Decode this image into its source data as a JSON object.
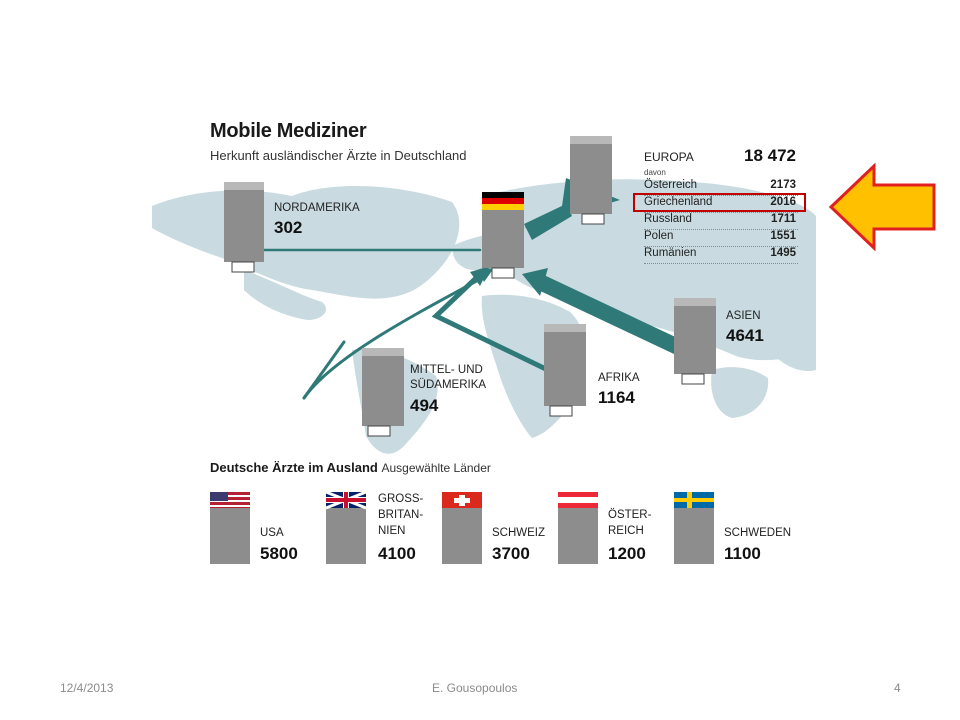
{
  "infographic": {
    "title": "Mobile Mediziner",
    "subtitle": "Herkunft ausländischer Ärzte in Deutschland",
    "regions": [
      {
        "name": "NORDAMERIKA",
        "value": "302"
      },
      {
        "name": "MITTEL- UND",
        "name2": "SÜDAMERIKA",
        "value": "494"
      },
      {
        "name": "AFRIKA",
        "value": "1164"
      },
      {
        "name": "ASIEN",
        "value": "4641"
      }
    ],
    "europa": {
      "label": "EUROPA",
      "total": "18 472",
      "davon": "davon",
      "rows": [
        {
          "country": "Österreich",
          "value": "2173"
        },
        {
          "country": "Griechenland",
          "value": "2016"
        },
        {
          "country": "Russland",
          "value": "1711"
        },
        {
          "country": "Polen",
          "value": "1551"
        },
        {
          "country": "Rumänien",
          "value": "1495"
        }
      ]
    },
    "abroad": {
      "title": "Deutsche Ärzte im Ausland",
      "subtitle": "Ausgewählte Länder",
      "countries": [
        {
          "line1": "USA",
          "line2": "",
          "line3": "",
          "value": "5800"
        },
        {
          "line1": "GROSS-",
          "line2": "BRITAN-",
          "line3": "NIEN",
          "value": "4100"
        },
        {
          "line1": "SCHWEIZ",
          "line2": "",
          "line3": "",
          "value": "3700"
        },
        {
          "line1": "ÖSTER-",
          "line2": "REICH",
          "line3": "",
          "value": "1200"
        },
        {
          "line1": "SCHWEDEN",
          "line2": "",
          "line3": "",
          "value": "1100"
        }
      ]
    }
  },
  "colors": {
    "map": "#c9dbe0",
    "arrow": "#2f7a78",
    "highlight": "#c00000",
    "pointer_fill": "#ffc000",
    "pointer_stroke": "#e02020"
  },
  "footer": {
    "date": "12/4/2013",
    "author": "E. Gousopoulos",
    "page": "4"
  }
}
